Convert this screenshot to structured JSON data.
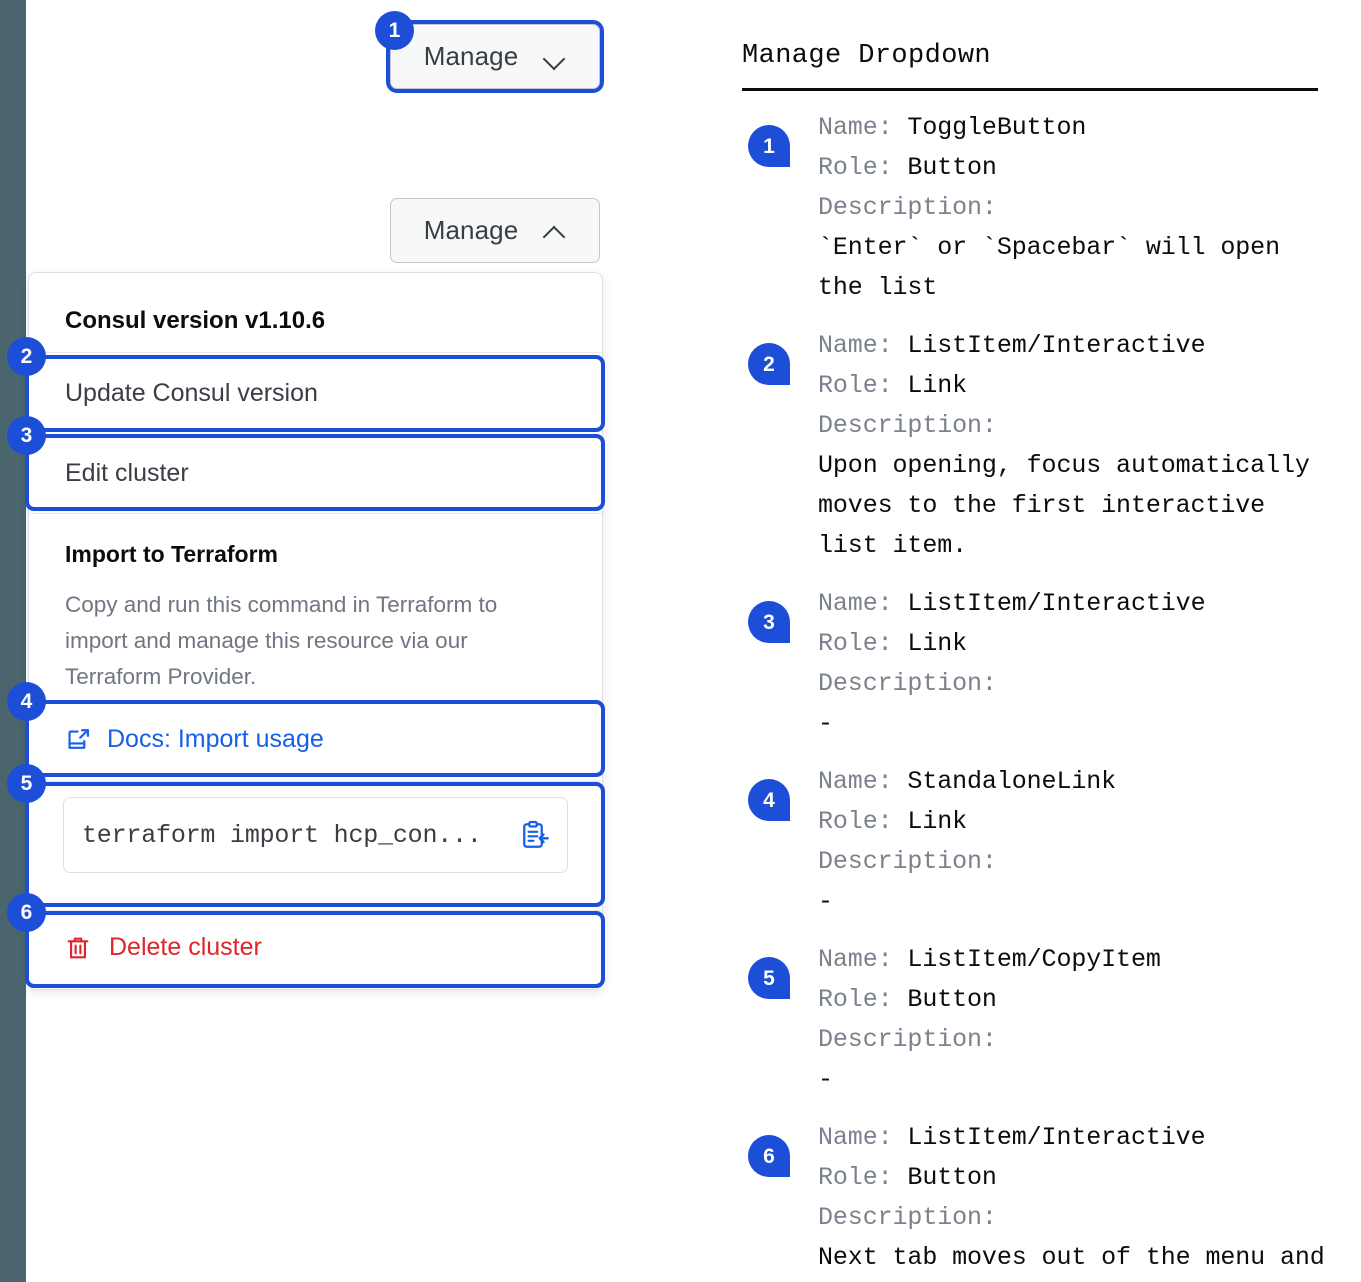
{
  "rail": {
    "color": "#4a656e"
  },
  "accent": {
    "blue": "#1c4ed8",
    "link_blue": "#1560e8",
    "danger_red": "#e0242a"
  },
  "dropdown_closed": {
    "label": "Manage",
    "chevron": "chevron-down-icon",
    "badge": "1"
  },
  "dropdown_open": {
    "label": "Manage",
    "chevron": "chevron-up-icon"
  },
  "menu": {
    "header": "Consul version v1.10.6",
    "items": [
      {
        "label": "Update Consul version",
        "badge": "2"
      },
      {
        "label": "Edit cluster",
        "badge": "3"
      }
    ],
    "terraform": {
      "title": "Import to Terraform",
      "description": "Copy and run this command in Terraform to import and manage this resource via our Terraform Provider.",
      "docs_link": "Docs: Import usage",
      "docs_icon": "external-link-document-icon",
      "docs_badge": "4",
      "command": "terraform import hcp_con...",
      "copy_icon": "copy-to-clipboard-icon",
      "command_badge": "5"
    },
    "delete": {
      "label": "Delete cluster",
      "icon": "trash-icon",
      "badge": "6"
    }
  },
  "doc_panel": {
    "title": "Manage Dropdown",
    "labels": {
      "name": "Name:",
      "role": "Role:",
      "description": "Description:"
    },
    "entries": [
      {
        "badge": "1",
        "name": "ToggleButton",
        "role": "Button",
        "description": "`Enter` or `Spacebar` will open\nthe list"
      },
      {
        "badge": "2",
        "name": "ListItem/Interactive",
        "role": "Link",
        "description": "Upon opening, focus automatically\nmoves to the first interactive\nlist item."
      },
      {
        "badge": "3",
        "name": "ListItem/Interactive",
        "role": "Link",
        "description": "-"
      },
      {
        "badge": "4",
        "name": "StandaloneLink",
        "role": "Link",
        "description": "-"
      },
      {
        "badge": "5",
        "name": "ListItem/CopyItem",
        "role": "Button",
        "description": "-"
      },
      {
        "badge": "6",
        "name": "ListItem/Interactive",
        "role": "Button",
        "description": "Next tab moves out of the menu and\nto the next focusable element"
      }
    ]
  }
}
